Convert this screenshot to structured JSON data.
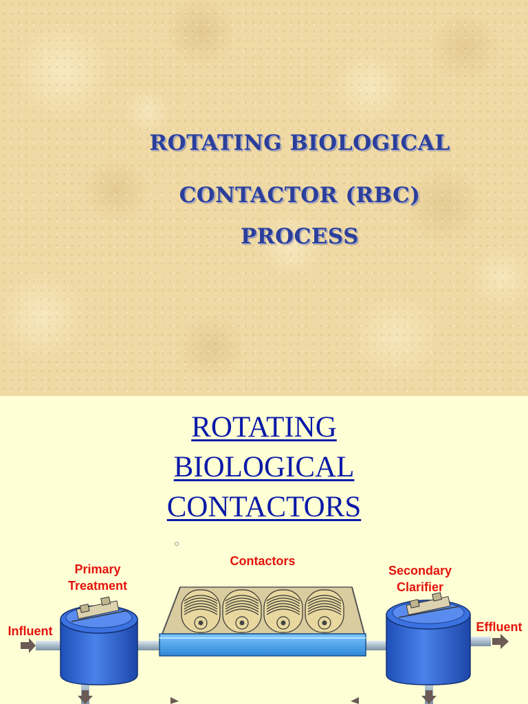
{
  "slide1": {
    "title_lines": [
      "ROTATING BIOLOGICAL",
      "CONTACTOR (RBC)",
      "PROCESS"
    ]
  },
  "slide2": {
    "title_lines": [
      "ROTATING",
      "BIOLOGICAL",
      "CONTACTORS"
    ],
    "diagram": {
      "labels": {
        "primary_treatment": [
          "Primary",
          "Treatment"
        ],
        "contactors": "Contactors",
        "secondary_clarifier": [
          "Secondary",
          "Clarifier"
        ],
        "influent": "Influent",
        "effluent": "Effluent"
      },
      "colors": {
        "label": "#e3120b",
        "tank": "#2f64d8",
        "pipe": "#9fb6c8",
        "arrow": "#6b5a55",
        "trough": "#3fa6f0",
        "disc": "#e8d8a0",
        "frame": "#c9b98a"
      }
    }
  }
}
